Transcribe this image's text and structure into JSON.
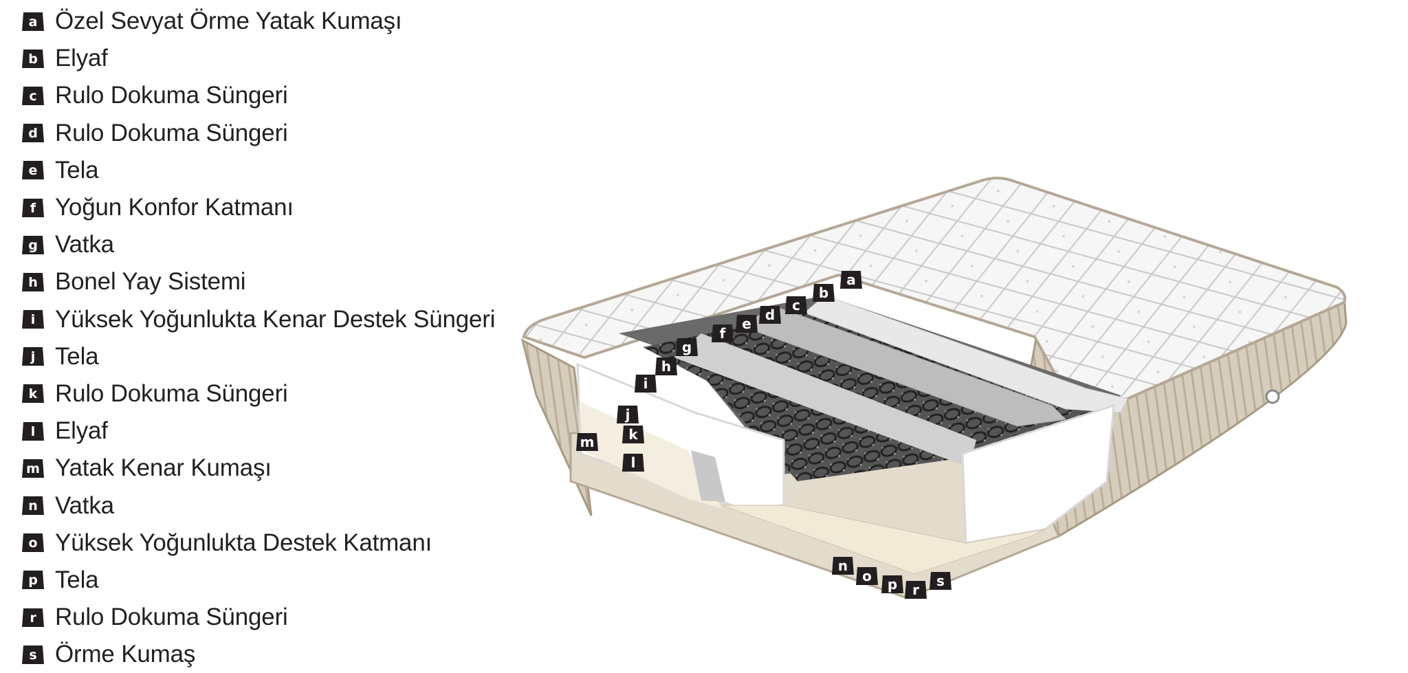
{
  "legend": [
    {
      "tag": "a",
      "label": "Özel Sevyat Örme Yatak Kumaşı"
    },
    {
      "tag": "b",
      "label": "Elyaf"
    },
    {
      "tag": "c",
      "label": "Rulo Dokuma Süngeri"
    },
    {
      "tag": "d",
      "label": "Rulo Dokuma Süngeri"
    },
    {
      "tag": "e",
      "label": "Tela"
    },
    {
      "tag": "f",
      "label": "Yoğun Konfor Katmanı"
    },
    {
      "tag": "g",
      "label": "Vatka"
    },
    {
      "tag": "h",
      "label": "Bonel Yay Sistemi"
    },
    {
      "tag": "i",
      "label": "Yüksek Yoğunlukta Kenar Destek Süngeri"
    },
    {
      "tag": "j",
      "label": "Tela"
    },
    {
      "tag": "k",
      "label": "Rulo Dokuma Süngeri"
    },
    {
      "tag": "l",
      "label": "Elyaf"
    },
    {
      "tag": "m",
      "label": "Yatak Kenar Kumaşı"
    },
    {
      "tag": "n",
      "label": "Vatka"
    },
    {
      "tag": "o",
      "label": "Yüksek Yoğunlukta Destek Katmanı"
    },
    {
      "tag": "p",
      "label": "Tela"
    },
    {
      "tag": "r",
      "label": "Rulo Dokuma Süngeri"
    },
    {
      "tag": "s",
      "label": "Örme Kumaş"
    }
  ],
  "colors": {
    "tag": "#231f20",
    "text": "#231f20",
    "border": "#b5a893",
    "quilt": "#f4f4f4",
    "foam": "#ffffff",
    "springs": "#3b3b3b"
  }
}
